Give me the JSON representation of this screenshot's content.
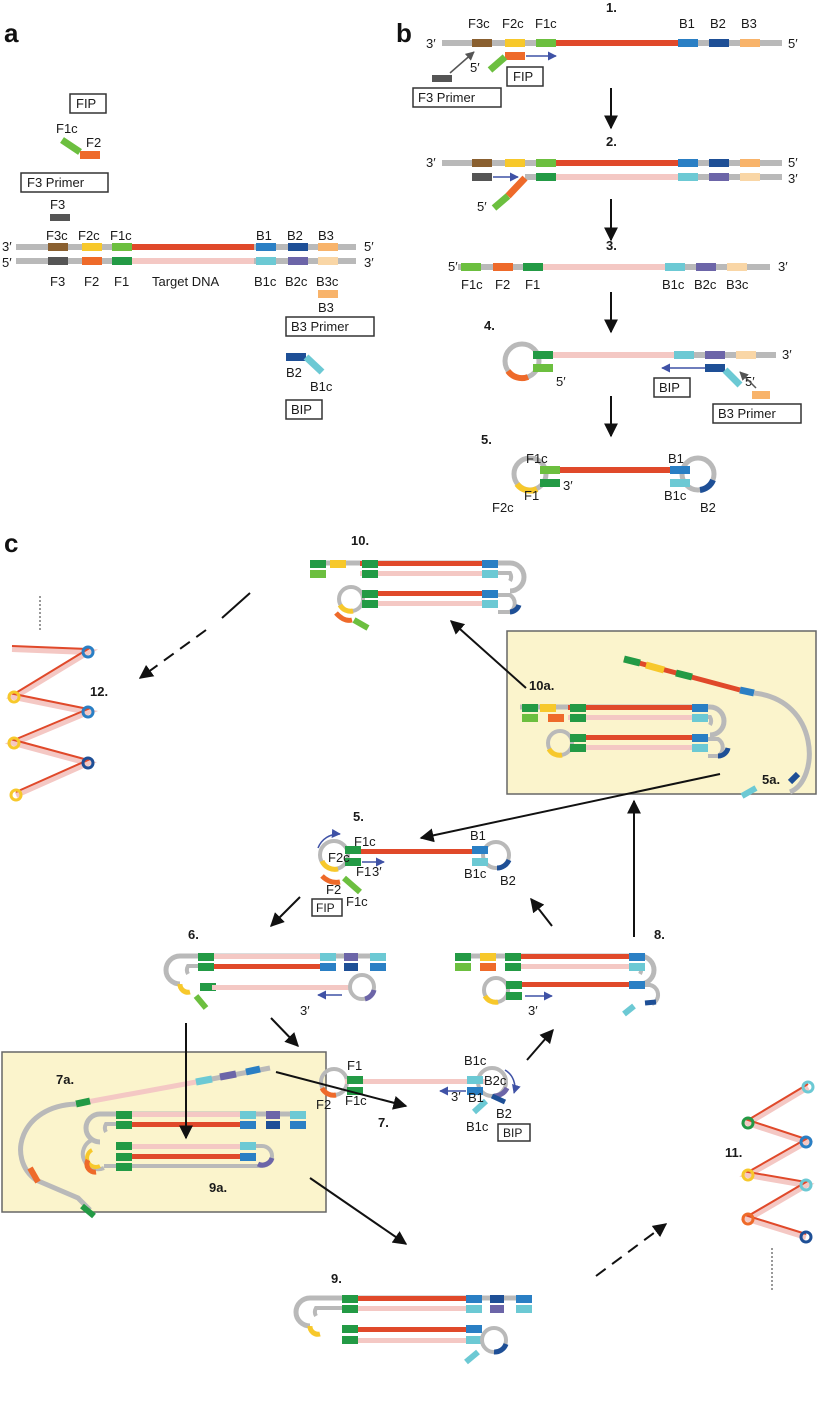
{
  "colors": {
    "gray": "#b9b9b9",
    "red": "#e0492a",
    "pink": "#f4c8c4",
    "brown": "#8a6030",
    "yellow": "#f7c82b",
    "green": "#6cbf3f",
    "darkgreen": "#239a45",
    "orange": "#ee6a2a",
    "blue": "#2a7fc4",
    "navy": "#1e4f96",
    "peach": "#f8b36a",
    "cyan": "#6cc9d4",
    "purple": "#6c65a8",
    "darkgray": "#555555",
    "arrowblue": "#3f52a6",
    "highlight": "#fbf4cc"
  },
  "panels": {
    "a": "a",
    "b": "b",
    "c": "c"
  },
  "panel_a": {
    "fip_box": "FIP",
    "f1c": "F1c",
    "f2": "F2",
    "f3_primer_box": "F3 Primer",
    "f3": "F3",
    "top_labels": [
      "F3c",
      "F2c",
      "F1c",
      "B1",
      "B2",
      "B3"
    ],
    "bottom_labels": [
      "F3",
      "F2",
      "F1",
      "B1c",
      "B2c",
      "B3c"
    ],
    "target_dna": "Target DNA",
    "end_3_top": "3′",
    "end_5_top": "5′",
    "end_5_bottom": "5′",
    "end_3_bottom": "3′",
    "b3": "B3",
    "b3_primer_box": "B3 Primer",
    "b2": "B2",
    "b1c": "B1c",
    "bip_box": "BIP"
  },
  "panel_b": {
    "steps": [
      "1.",
      "2.",
      "3.",
      "4.",
      "5."
    ],
    "s1_labels": [
      "F3c",
      "F2c",
      "F1c",
      "B1",
      "B2",
      "B3"
    ],
    "end3": "3′",
    "end5": "5′",
    "fip_box": "FIP",
    "f3_primer_box": "F3 Primer",
    "s3_labels": [
      "F1c",
      "F2",
      "F1",
      "B1c",
      "B2c",
      "B3c"
    ],
    "bip_box": "BIP",
    "b3_primer_box": "B3 Primer",
    "s5_labels": [
      "F1c",
      "F1",
      "F2c",
      "B1",
      "B1c",
      "B2"
    ]
  },
  "panel_c": {
    "steps": [
      "10.",
      "10a.",
      "5a.",
      "12.",
      "5.",
      "6.",
      "8.",
      "7.",
      "7a.",
      "9a.",
      "9.",
      "11."
    ],
    "s5_labels": [
      "F1c",
      "F2c",
      "F1",
      "3′",
      "F2",
      "F1c",
      "B1",
      "B1c",
      "B2"
    ],
    "fip_box": "FIP",
    "s7_labels": [
      "F1",
      "F2",
      "F1c",
      "B1c",
      "B2c",
      "3′",
      "B1",
      "B2",
      "B1c"
    ],
    "bip_box": "BIP",
    "three_prime": "3′"
  }
}
